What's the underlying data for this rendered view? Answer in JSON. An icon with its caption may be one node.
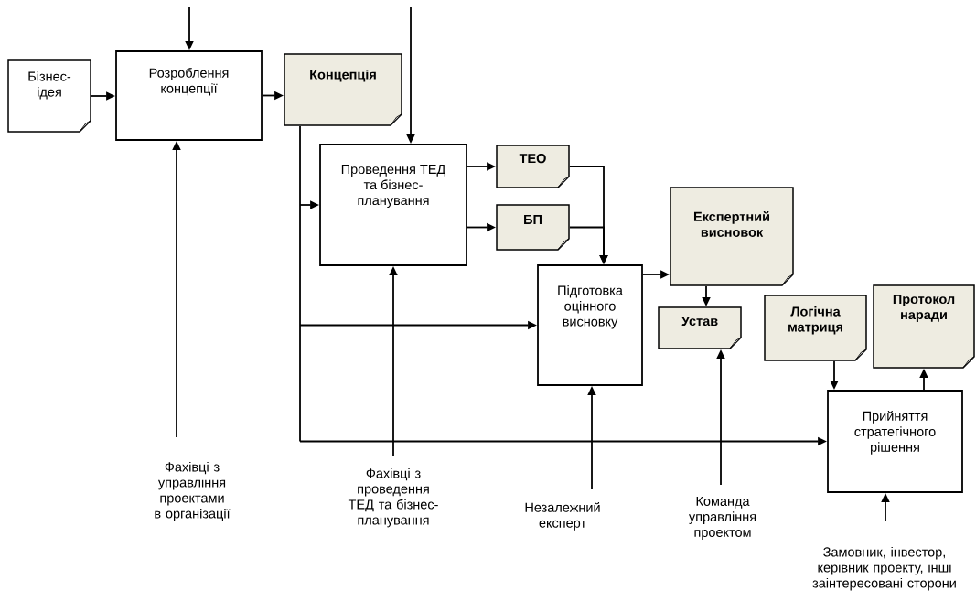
{
  "diagram": {
    "nodes": [
      {
        "text": [
          "Бізнес-ідея"
        ]
      },
      {
        "text": [
          "Розроблення концепції"
        ]
      },
      {
        "text": [
          "Концепція"
        ]
      },
      {
        "text": [
          "Проведення ТЕД та бізнес-планування"
        ]
      },
      {
        "text": [
          "ТЕО"
        ]
      },
      {
        "text": [
          "БП"
        ]
      },
      {
        "text": [
          "Підготовка оцінного висновку"
        ]
      },
      {
        "text": [
          "Експертний висновок"
        ]
      },
      {
        "text": [
          "Устав"
        ]
      },
      {
        "text": [
          "Логічна матриця"
        ]
      },
      {
        "text": [
          "Протокол наради"
        ]
      },
      {
        "text": [
          "Прийняття стратегічного рішення"
        ]
      },
      {
        "text": [
          "Фахівці з управління проектами в організації"
        ]
      },
      {
        "text": [
          "Фахівці з проведення ТЕД та бізнес-планування"
        ]
      },
      {
        "text": [
          "Незалежний експерт"
        ]
      },
      {
        "text": [
          "Команда управління проектом"
        ]
      },
      {
        "text": [
          "Замовник, інвестор, керівник проекту, інші заінтересовані сторони"
        ]
      }
    ],
    "edges": [
      {
        "from": null,
        "to": 1,
        "arrow": "to"
      },
      {
        "from": null,
        "to": 3,
        "arrow": "to"
      },
      {
        "from": 0,
        "to": 1,
        "arrow": "to"
      },
      {
        "from": 1,
        "to": 2,
        "arrow": "to"
      },
      {
        "from": 2,
        "to": 3,
        "arrow": "to"
      },
      {
        "from": 2,
        "to": 6,
        "arrow": "to"
      },
      {
        "from": 2,
        "to": 11,
        "arrow": "to"
      },
      {
        "from": 3,
        "to": 4,
        "arrow": "to"
      },
      {
        "from": 3,
        "to": 5,
        "arrow": "to"
      },
      {
        "from": 4,
        "to": 6,
        "arrow": "to"
      },
      {
        "from": 5,
        "to": 6,
        "arrow": "to"
      },
      {
        "from": 6,
        "to": 7,
        "arrow": "to"
      },
      {
        "from": 7,
        "to": 8,
        "arrow": "to"
      },
      {
        "from": 9,
        "to": 11,
        "arrow": "to"
      },
      {
        "from": 11,
        "to": 10,
        "arrow": "to"
      },
      {
        "from": 12,
        "to": 1,
        "arrow": "to"
      },
      {
        "from": 13,
        "to": 3,
        "arrow": "to"
      },
      {
        "from": 14,
        "to": 6,
        "arrow": "to"
      },
      {
        "from": 15,
        "to": 8,
        "arrow": "to"
      },
      {
        "from": 16,
        "to": 11,
        "arrow": "to"
      }
    ]
  }
}
